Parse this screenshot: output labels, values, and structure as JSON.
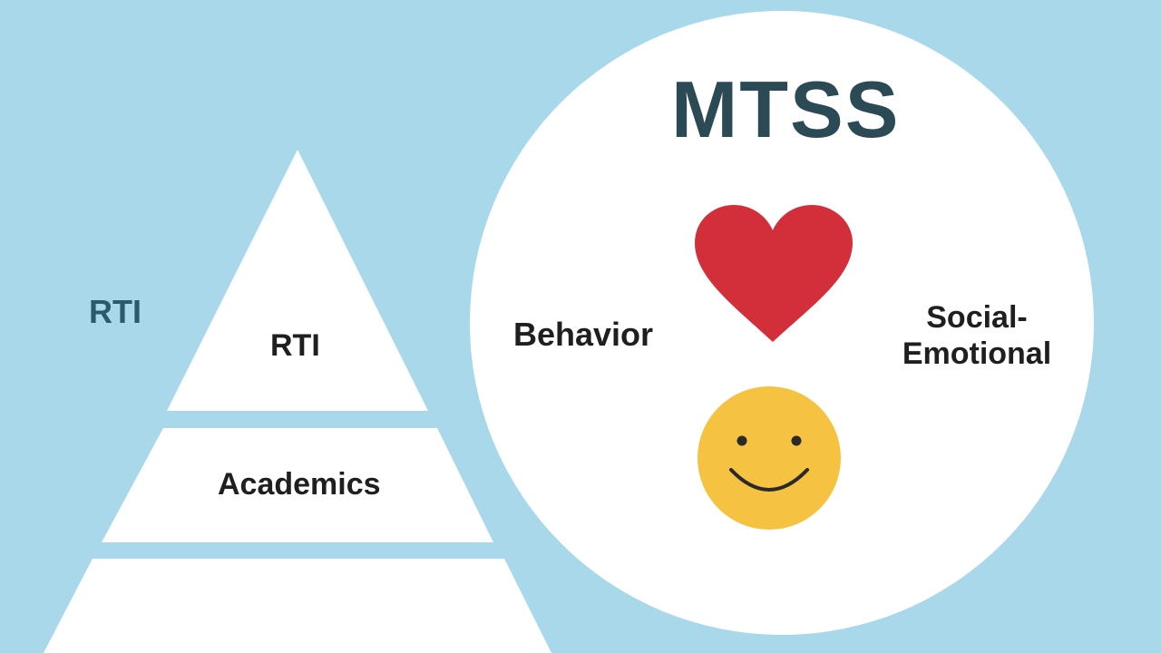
{
  "diagram": {
    "side_label": "RTI",
    "pyramid": {
      "tiers": [
        {
          "label": "RTI"
        },
        {
          "label": "Academics"
        },
        {
          "label": ""
        }
      ]
    },
    "circle": {
      "title": "MTSS",
      "left_label": "Behavior",
      "right_label_line1": "Social-",
      "right_label_line2": "Emotional",
      "icons": [
        "heart-icon",
        "smiley-face-icon"
      ]
    }
  },
  "colors": {
    "background": "#a8d8ea",
    "shape_fill": "#ffffff",
    "heart": "#d32f3a",
    "smiley": "#f5c341",
    "title": "#2b4a55"
  }
}
